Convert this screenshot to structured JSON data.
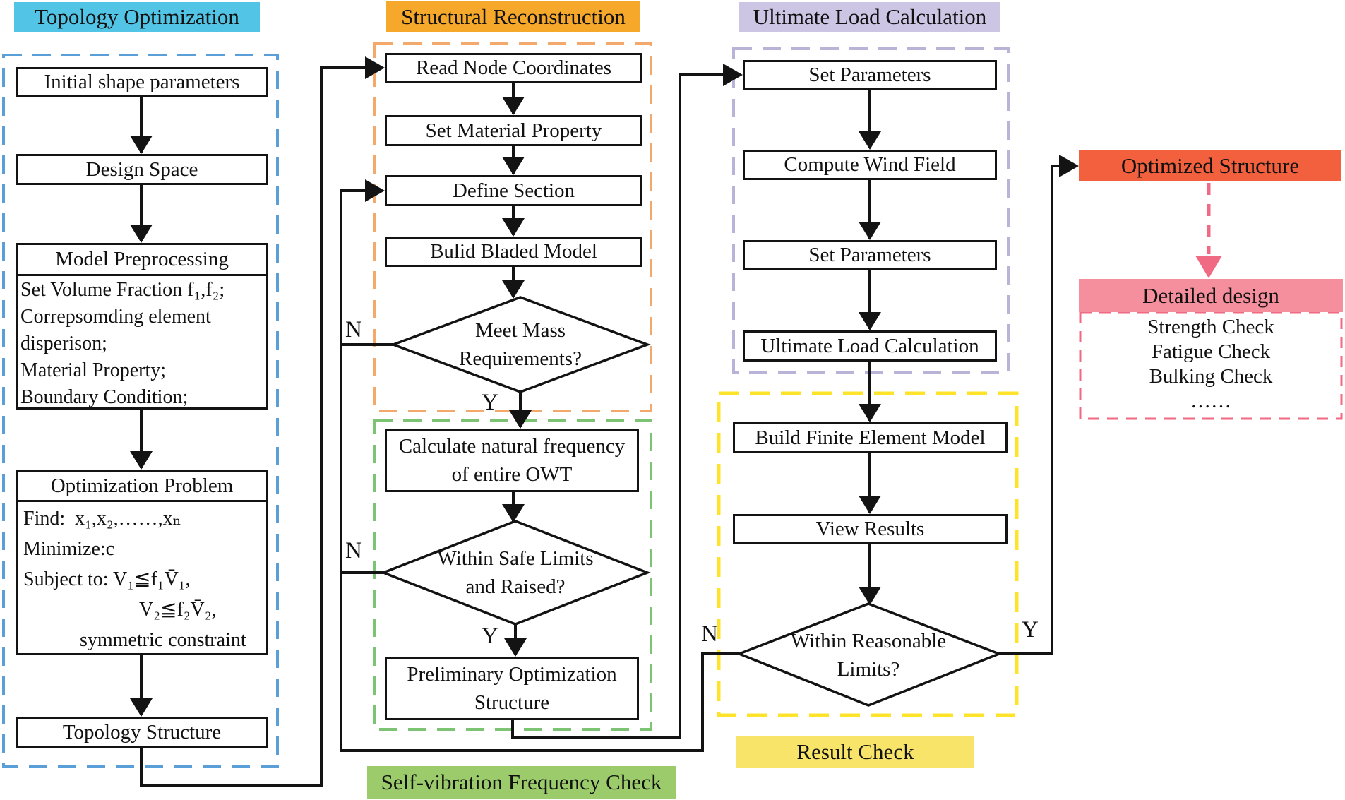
{
  "colors": {
    "topology_header_bg": "#52C5E6",
    "topology_dash": "#5B9FD8",
    "structural_header_bg": "#F6A82B",
    "structural_dash": "#F2A96B",
    "frequency_dash": "#7CC474",
    "frequency_label_bg": "#9CCB6C",
    "ultimate_header_bg": "#CCC6E4",
    "ultimate_dash": "#B9B3D7",
    "result_dash": "#FFE32B",
    "result_label_bg": "#F8E469",
    "optimized_bg": "#F2603D",
    "detailed_bg": "#F58F9D",
    "detailed_dash": "#F16A83",
    "connector_line": "#131313"
  },
  "labels": {
    "no": "N",
    "yes": "Y"
  },
  "col1": {
    "header": "Topology Optimization",
    "initial": "Initial shape parameters",
    "design_space": "Design Space",
    "model_preprocessing": {
      "title": "Model Preprocessing",
      "lines": [
        "Set Volume Fraction f₁,f₂;",
        "Correpsomding element",
        "disperison;",
        "Material Property;",
        "Boundary Condition;"
      ]
    },
    "optimization_problem": {
      "title": "Optimization Problem",
      "lines": [
        "Find:  x₁,x₂,……,xₙ",
        "Minimize:c",
        "Subject to: V₁≦f₁V̄₁,",
        "V₂≦f₂V̄₂,",
        "symmetric constraint"
      ]
    },
    "topology_structure": "Topology Structure"
  },
  "col2": {
    "header": "Structural Reconstruction",
    "read_node": "Read Node Coordinates",
    "set_material": "Set Material Property",
    "define_section": "Define Section",
    "build_bladed": "Bulid Bladed Model",
    "meet_mass": {
      "line1": "Meet Mass",
      "line2": "Requirements?"
    },
    "calc_freq": {
      "line1": "Calculate natural frequency",
      "line2": "of entire OWT"
    },
    "within_safe": {
      "line1": "Within Safe Limits",
      "line2": "and Raised?"
    },
    "preliminary": {
      "line1": "Preliminary Optimization",
      "line2": "Structure"
    },
    "footer": "Self-vibration Frequency Check"
  },
  "col3": {
    "header": "Ultimate Load Calculation",
    "set_parameters_1": "Set Parameters",
    "compute_wind": "Compute Wind Field",
    "set_parameters_2": "Set Parameters",
    "ultimate_load": "Ultimate Load Calculation",
    "build_fem": "Build Finite Element Model",
    "view_results": "View Results",
    "within_reasonable": {
      "line1": "Within Reasonable",
      "line2": "Limits?"
    },
    "footer": "Result Check"
  },
  "col4": {
    "optimized": "Optimized Structure",
    "detailed_title": "Detailed design",
    "checks": [
      "Strength Check",
      "Fatigue Check",
      "Bulking Check",
      "……"
    ]
  }
}
